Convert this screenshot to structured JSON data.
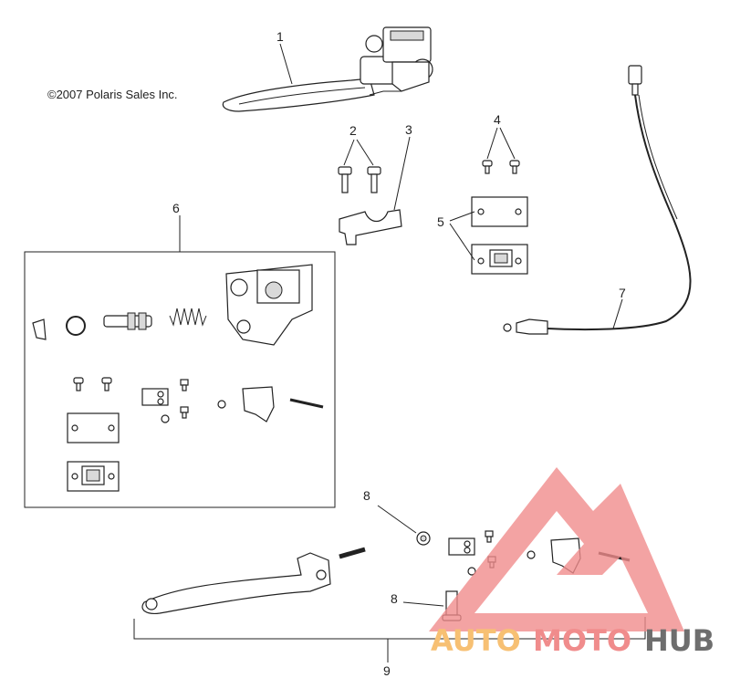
{
  "copyright": "©2007 Polaris Sales Inc.",
  "callouts": [
    "1",
    "2",
    "3",
    "4",
    "5",
    "6",
    "7",
    "8",
    "8",
    "9"
  ],
  "watermark": {
    "word1": "AUTO",
    "word2": "MOTO",
    "word3": "HUB",
    "color_primary": "#f08c8c",
    "color_secondary": "#f7c073",
    "color_dark": "#6e6e6e"
  }
}
